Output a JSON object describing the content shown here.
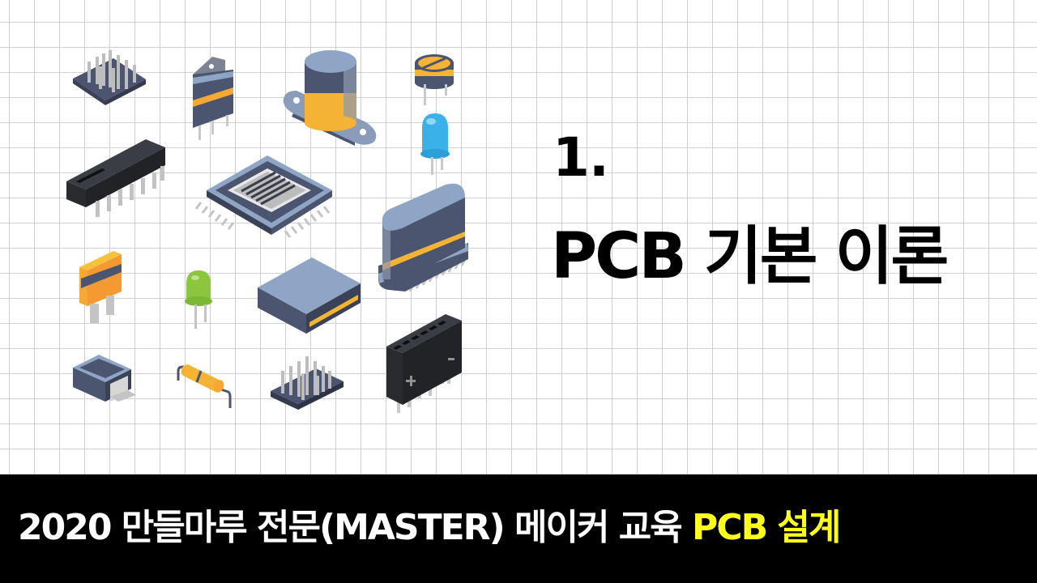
{
  "slide": {
    "title_number": "1.",
    "title_main": "PCB 기본 이론",
    "background": "grid-paper"
  },
  "banner": {
    "text_prefix": "2020 만들마루 전문(MASTER) 메이커 교육 ",
    "text_highlight": "PCB 설계",
    "highlight_color": "#ffff1a",
    "background_color": "#000000"
  },
  "illustration": {
    "components": [
      {
        "name": "pin-header-array"
      },
      {
        "name": "voltage-regulator-to220"
      },
      {
        "name": "electrolytic-capacitor-mount"
      },
      {
        "name": "trimmer-potentiometer"
      },
      {
        "name": "blue-led"
      },
      {
        "name": "dip-switch-ic"
      },
      {
        "name": "qfp-microchip"
      },
      {
        "name": "crystal-oscillator"
      },
      {
        "name": "fuse-block"
      },
      {
        "name": "green-led"
      },
      {
        "name": "connector-socket"
      },
      {
        "name": "battery-holder"
      },
      {
        "name": "smd-inductor"
      },
      {
        "name": "resistor"
      },
      {
        "name": "pin-header-array-small"
      }
    ],
    "colors": {
      "slate": "#4b5570",
      "slate_light": "#8fa5c5",
      "orange": "#f5a833",
      "black": "#2a2b2f",
      "pin": "#c9c9c9",
      "led_blue": "#3ab1e8",
      "led_green": "#8cc63f"
    }
  }
}
